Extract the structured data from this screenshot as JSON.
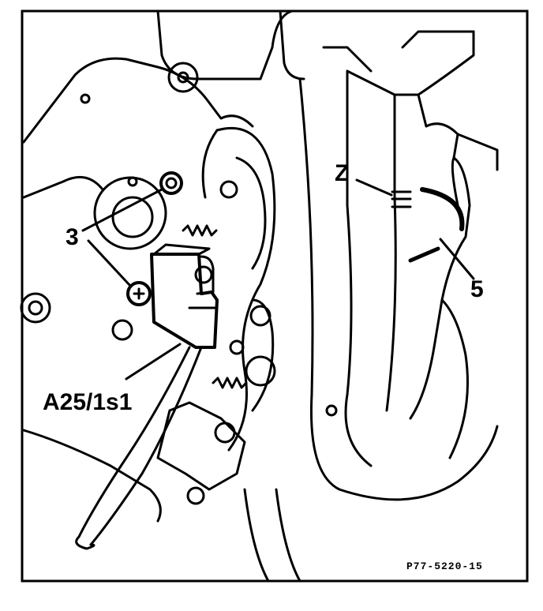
{
  "labels": {
    "screws": "3",
    "switch": "A25/1s1",
    "marking": "Z",
    "item5": "5"
  },
  "reference": "P77-5220-15",
  "colors": {
    "ink": "#000000",
    "paper": "#ffffff"
  }
}
